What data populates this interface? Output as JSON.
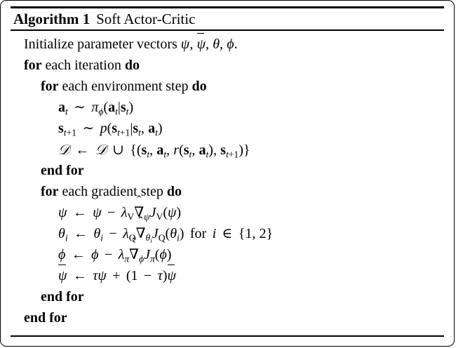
{
  "document": {
    "kind": "algorithm-float",
    "frame_color": "#000000",
    "background_color": "#ffffff",
    "text_color": "#000000"
  },
  "title": {
    "label_keyword": "Algorithm",
    "number": "1",
    "caption": "Soft Actor-Critic",
    "full_text": "Algorithm 1 Soft Actor-Critic"
  },
  "body": {
    "lines": [
      {
        "id": "line-initialize",
        "indent": 0,
        "plain_text": "Initialize parameter vectors ψ, ψ̄, θ, ϕ.",
        "text_prefix": "Initialize parameter vectors "
      },
      {
        "id": "line-for-iteration",
        "indent": 0,
        "plain_text": "for each iteration do",
        "keyword_open": "for",
        "middle": " each iteration ",
        "keyword_close": "do"
      },
      {
        "id": "line-for-env-step",
        "indent": 1,
        "plain_text": "for each environment step do",
        "keyword_open": "for",
        "middle": " each environment step ",
        "keyword_close": "do"
      },
      {
        "id": "line-sample-action",
        "indent": 2,
        "plain_text": "a_t ~ π_ϕ(a_t|s_t)"
      },
      {
        "id": "line-sample-next-state",
        "indent": 2,
        "plain_text": "s_{t+1} ~ p(s_{t+1}|s_t, a_t)"
      },
      {
        "id": "line-replay-buffer",
        "indent": 2,
        "plain_text": "D ← D ∪ {(s_t, a_t, r(s_t, a_t), s_{t+1})}"
      },
      {
        "id": "line-end-for-env",
        "indent": 1,
        "plain_text": "end for",
        "keyword_open": "end for"
      },
      {
        "id": "line-for-grad-step",
        "indent": 1,
        "plain_text": "for each gradient step do",
        "keyword_open": "for",
        "middle": " each gradient step ",
        "keyword_close": "do"
      },
      {
        "id": "line-update-psi",
        "indent": 2,
        "plain_text": "ψ ← ψ − λ_V ∇̂_ψ J_V(ψ)"
      },
      {
        "id": "line-update-theta",
        "indent": 2,
        "plain_text": "θ_i ← θ_i − λ_Q ∇̂_{θ_i} J_Q(θ_i) for i ∈ {1, 2}",
        "trailing_text": "for",
        "index_set": "{1, 2}"
      },
      {
        "id": "line-update-phi",
        "indent": 2,
        "plain_text": "ϕ ← ϕ − λ_π ∇̂_ϕ J_π(ϕ)"
      },
      {
        "id": "line-update-target",
        "indent": 2,
        "plain_text": "ψ̄ ← τψ + (1 − τ)ψ̄"
      },
      {
        "id": "line-end-for-grad",
        "indent": 1,
        "plain_text": "end for",
        "keyword_open": "end for"
      },
      {
        "id": "line-end-for-iteration",
        "indent": 0,
        "plain_text": "end for",
        "keyword_open": "end for"
      }
    ]
  },
  "symbols": {
    "psi": "ψ",
    "theta": "θ",
    "phi": "ϕ",
    "pi": "π",
    "lambda": "λ",
    "tau": "τ",
    "nabla": "∇",
    "arrow_left": "←",
    "sim": "∼",
    "cup": "∪",
    "in": "∈",
    "minus": "−",
    "plus": "+",
    "cal_D": "𝒟",
    "sub_t": "t",
    "sub_t_plus_1": "t+1",
    "sub_i": "i",
    "sub_V": "V",
    "sub_Q": "Q",
    "one": "1",
    "two": "2"
  }
}
